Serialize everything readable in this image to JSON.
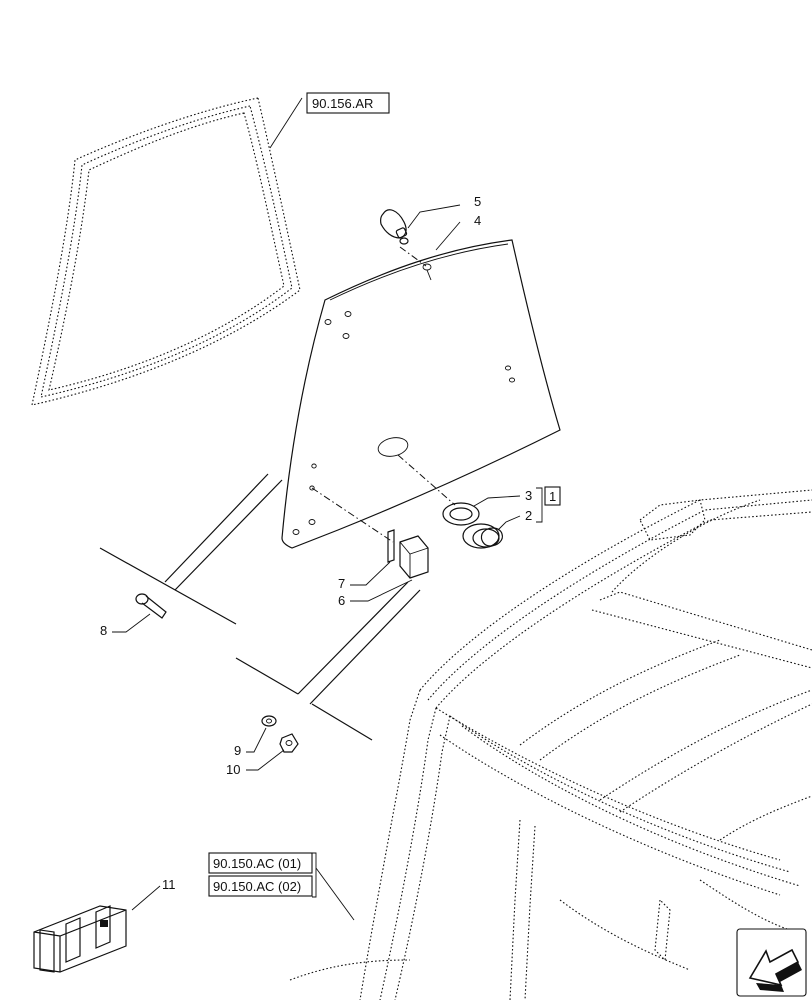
{
  "callouts": {
    "c1": "1",
    "c2": "2",
    "c3": "3",
    "c4": "4",
    "c5": "5",
    "c6": "6",
    "c7": "7",
    "c8": "8",
    "c9": "9",
    "c10": "10",
    "c11": "11"
  },
  "references": {
    "seal_ref": "90.156.AR",
    "cab_ref_1": "90.150.AC (01)",
    "cab_ref_2": "90.150.AC (02)"
  },
  "icons": {
    "navigation": "arrow-icon",
    "kit": "crate-icon"
  }
}
